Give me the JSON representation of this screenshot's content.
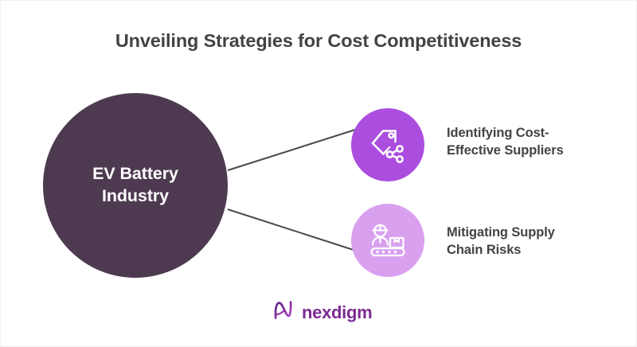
{
  "title": "Unveiling Strategies for Cost Competitiveness",
  "hub": {
    "label": "EV Battery\nIndustry",
    "color": "#4d3a50",
    "text_color": "#ffffff"
  },
  "branches": [
    {
      "icon": "price-tag-share-icon",
      "label": "Identifying Cost-\nEffective Suppliers",
      "circle_color": "#ab4ee0",
      "icon_color": "#ffffff"
    },
    {
      "icon": "factory-worker-conveyor-icon",
      "label": "Mitigating Supply\nChain Risks",
      "circle_color": "#d9a0f0",
      "icon_color": "#ffffff"
    }
  ],
  "connectors": {
    "color": "#4a4a4a",
    "width": 2
  },
  "brand": {
    "mark": "nexdigm-wave-mark",
    "wordmark": "nexdigm",
    "color": "#7c2a93"
  },
  "background": "#ffffff",
  "text_color": "#434343"
}
